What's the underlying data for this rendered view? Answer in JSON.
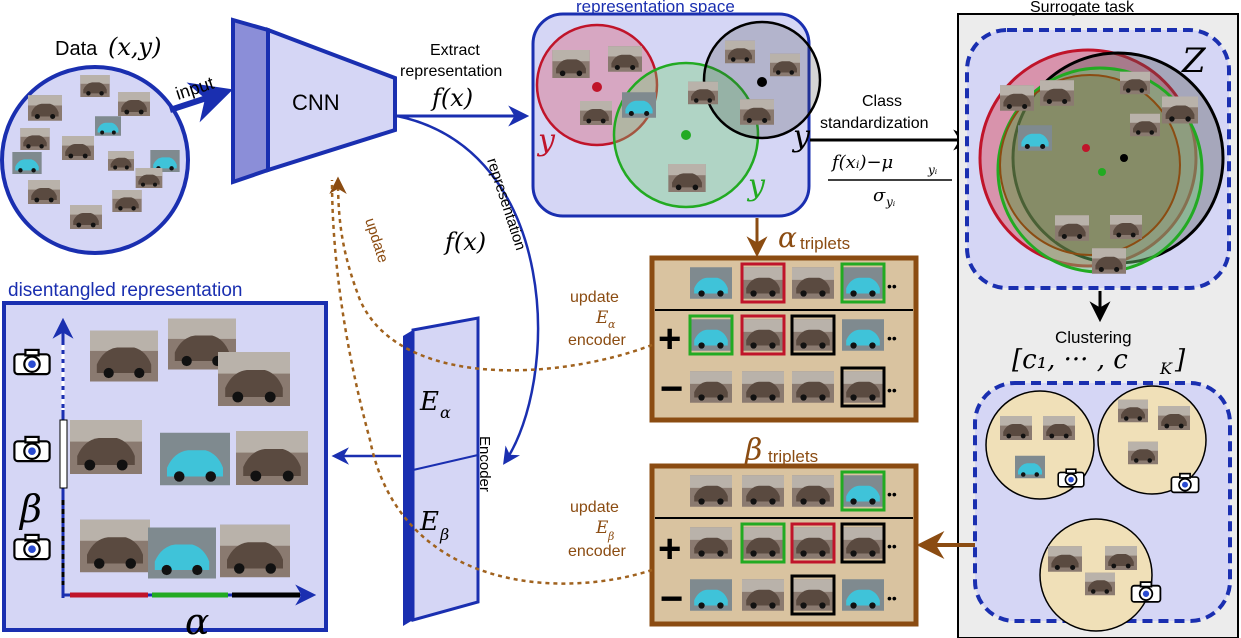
{
  "data_label": "Data",
  "data_math": "(x,y)",
  "input_label": "input",
  "cnn_label": "CNN",
  "extract_line1": "Extract",
  "extract_line2": "representation",
  "fx": "f(x)",
  "repspace_title": "representation space",
  "y_label": "y",
  "class_line1": "Class",
  "class_line2": "standardization",
  "std_num": "f(xᵢ)−μ",
  "std_num_sub": "yᵢ",
  "std_den": "σ",
  "std_den_sub": "yᵢ",
  "surrogate_title": "Surrogate task",
  "z_label": "Z",
  "clustering_label": "Clustering",
  "clusters_math": "[c₁, ··· , c",
  "clusters_math_k": "K",
  "clusters_close": "]",
  "alpha_sym": "α",
  "beta_sym": "β",
  "triplets_word": "triplets",
  "representation_vertical": "representation",
  "update_vertical": "update",
  "encoder_vertical": "Encoder",
  "e_alpha": "E",
  "e_alpha_sub": "α",
  "e_beta": "E",
  "e_beta_sub": "β",
  "update_word": "update",
  "encoder_word": "encoder",
  "disentangled_title": "disentangled representation",
  "plus_sign": "+",
  "minus_sign": "−",
  "dots": "••",
  "colors": {
    "blue": "#1a2fb0",
    "brown": "#8b4c12",
    "red": "#c0142a",
    "green": "#22aa22",
    "tan": "#d9c3a0",
    "lightblue": "#d5d6f5"
  },
  "icons": [
    "camera-icon",
    "car-photo"
  ]
}
